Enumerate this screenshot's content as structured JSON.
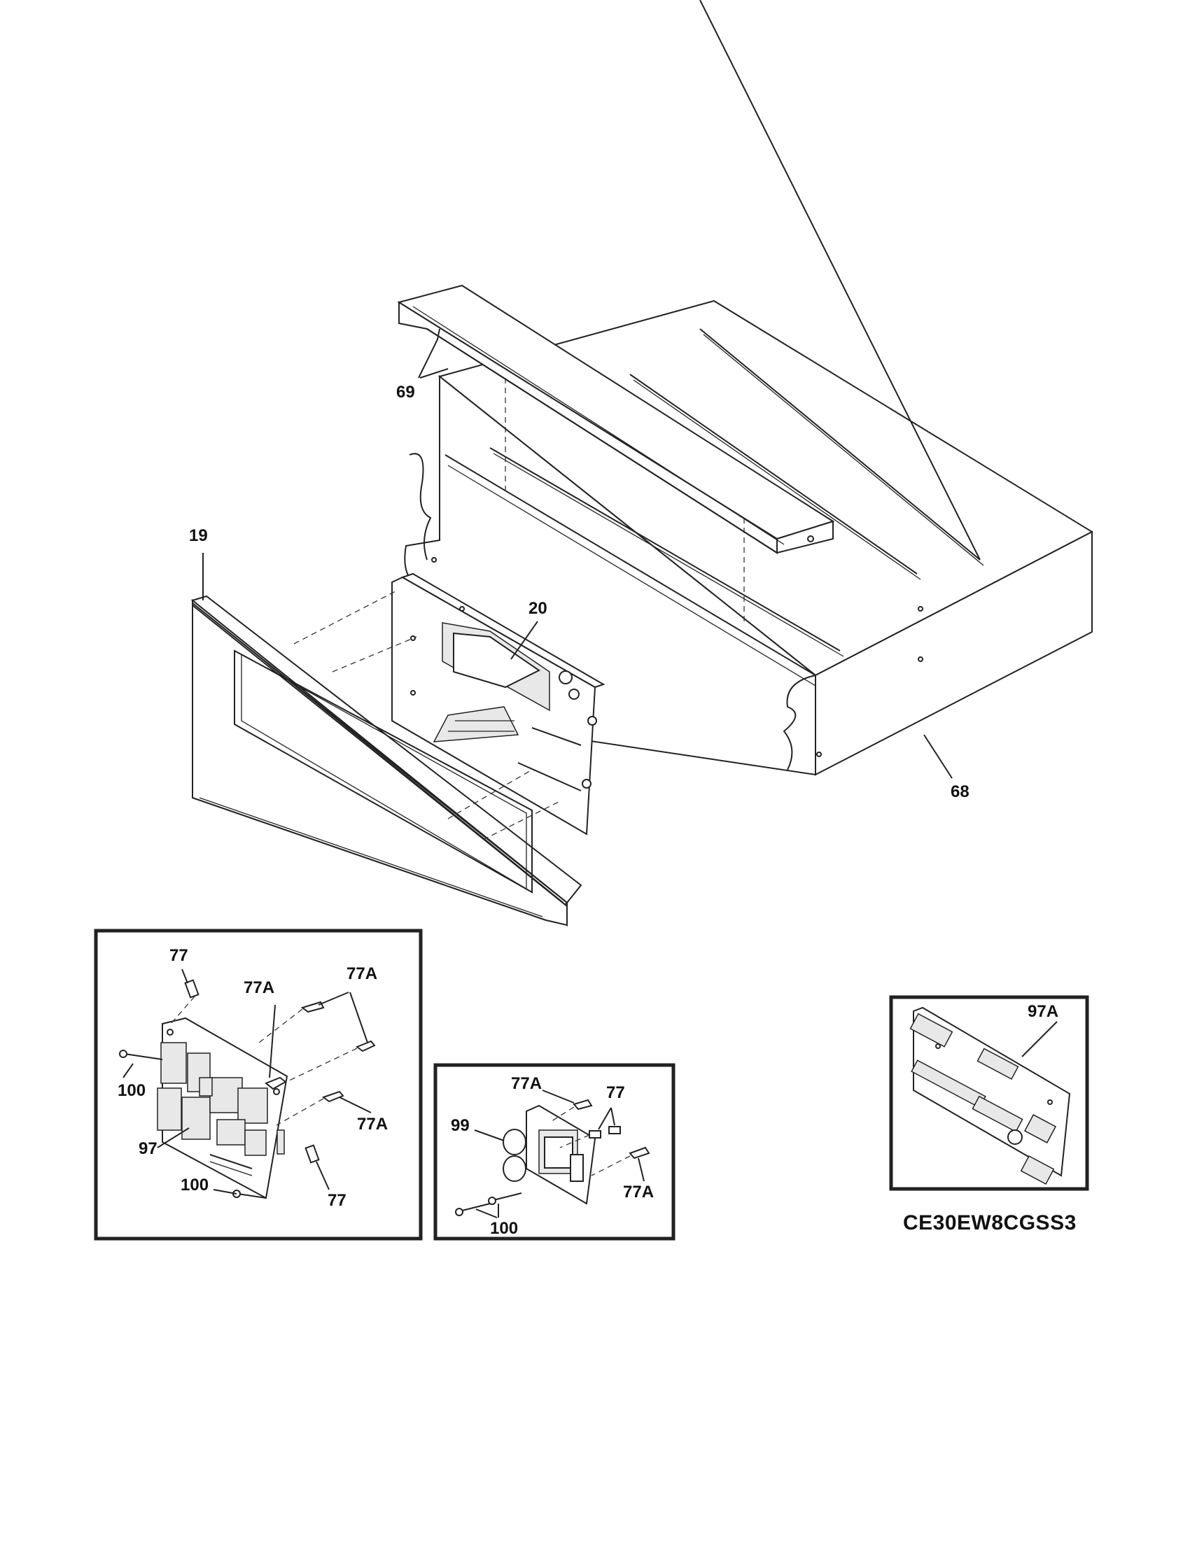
{
  "diagram": {
    "model_number": "CE30EW8CGSS3",
    "callouts": {
      "c69": "69",
      "c19": "19",
      "c20": "20",
      "c68": "68",
      "c77_a": "77",
      "c77A_a": "77A",
      "c77A_b": "77A",
      "c100_a": "100",
      "c77A_c": "77A",
      "c97": "97",
      "c100_b": "100",
      "c77_b": "77",
      "c77A_d": "77A",
      "c77_c": "77",
      "c99": "99",
      "c77A_e": "77A",
      "c100_c": "100",
      "c97A": "97A"
    }
  }
}
